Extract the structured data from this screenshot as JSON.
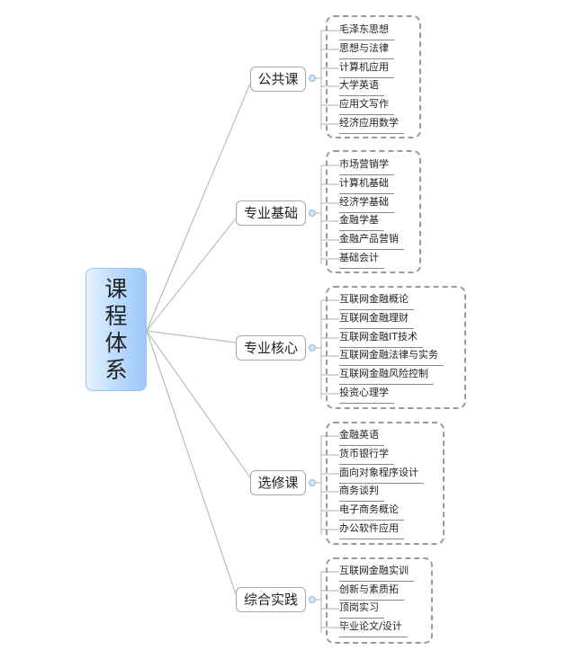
{
  "root": {
    "label": "课程体系",
    "chars": [
      "课",
      "程",
      "体",
      "系"
    ]
  },
  "colors": {
    "root_fill": "#b9d9fb",
    "root_border": "#9cc4ee",
    "connector": "#b0b0b0",
    "dashed_border": "#9a9a9a",
    "dot_fill": "#cfe3fb"
  },
  "groups": [
    {
      "label": "公共课",
      "items": [
        "毛泽东思想",
        "思想与法律",
        "计算机应用",
        "大学英语",
        "应用文写作",
        "经济应用数学"
      ]
    },
    {
      "label": "专业基础",
      "items": [
        "市场营销学",
        "计算机基础",
        "经济学基础",
        "金融学基",
        "金融产品营销",
        "基础会计"
      ]
    },
    {
      "label": "专业核心",
      "items": [
        "互联网金融概论",
        "互联网金融理财",
        "互联网金融IT技术",
        "互联网金融法律与实务",
        "互联网金融风险控制",
        "投资心理学"
      ]
    },
    {
      "label": "选修课",
      "items": [
        "金融英语",
        "货币银行学",
        "面向对象程序设计",
        "商务谈判",
        "电子商务概论",
        "办公软件应用"
      ]
    },
    {
      "label": "综合实践",
      "items": [
        "互联网金融实训",
        "创新与素质拓",
        "顶岗实习",
        "毕业论文/设计"
      ]
    }
  ]
}
